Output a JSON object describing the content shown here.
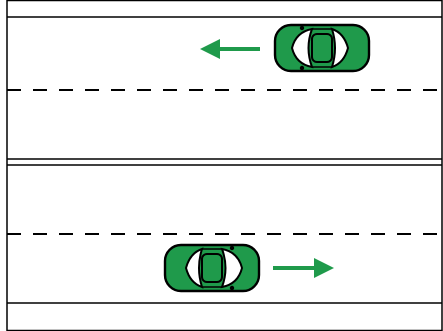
{
  "diagram": {
    "type": "road-lane-illustration",
    "description": "",
    "colors": {
      "background": "#ffffff",
      "line": "#000000",
      "car_body": "#1f9a4b",
      "car_glass": "#ffffff",
      "arrow": "#1f9a4b"
    },
    "upper_roadway": {
      "car": {
        "direction": "left",
        "icon": "car-icon"
      },
      "arrow": {
        "direction": "left",
        "icon": "arrow-left-icon"
      }
    },
    "lower_roadway": {
      "car": {
        "direction": "right",
        "icon": "car-icon"
      },
      "arrow": {
        "direction": "right",
        "icon": "arrow-right-icon"
      }
    }
  }
}
